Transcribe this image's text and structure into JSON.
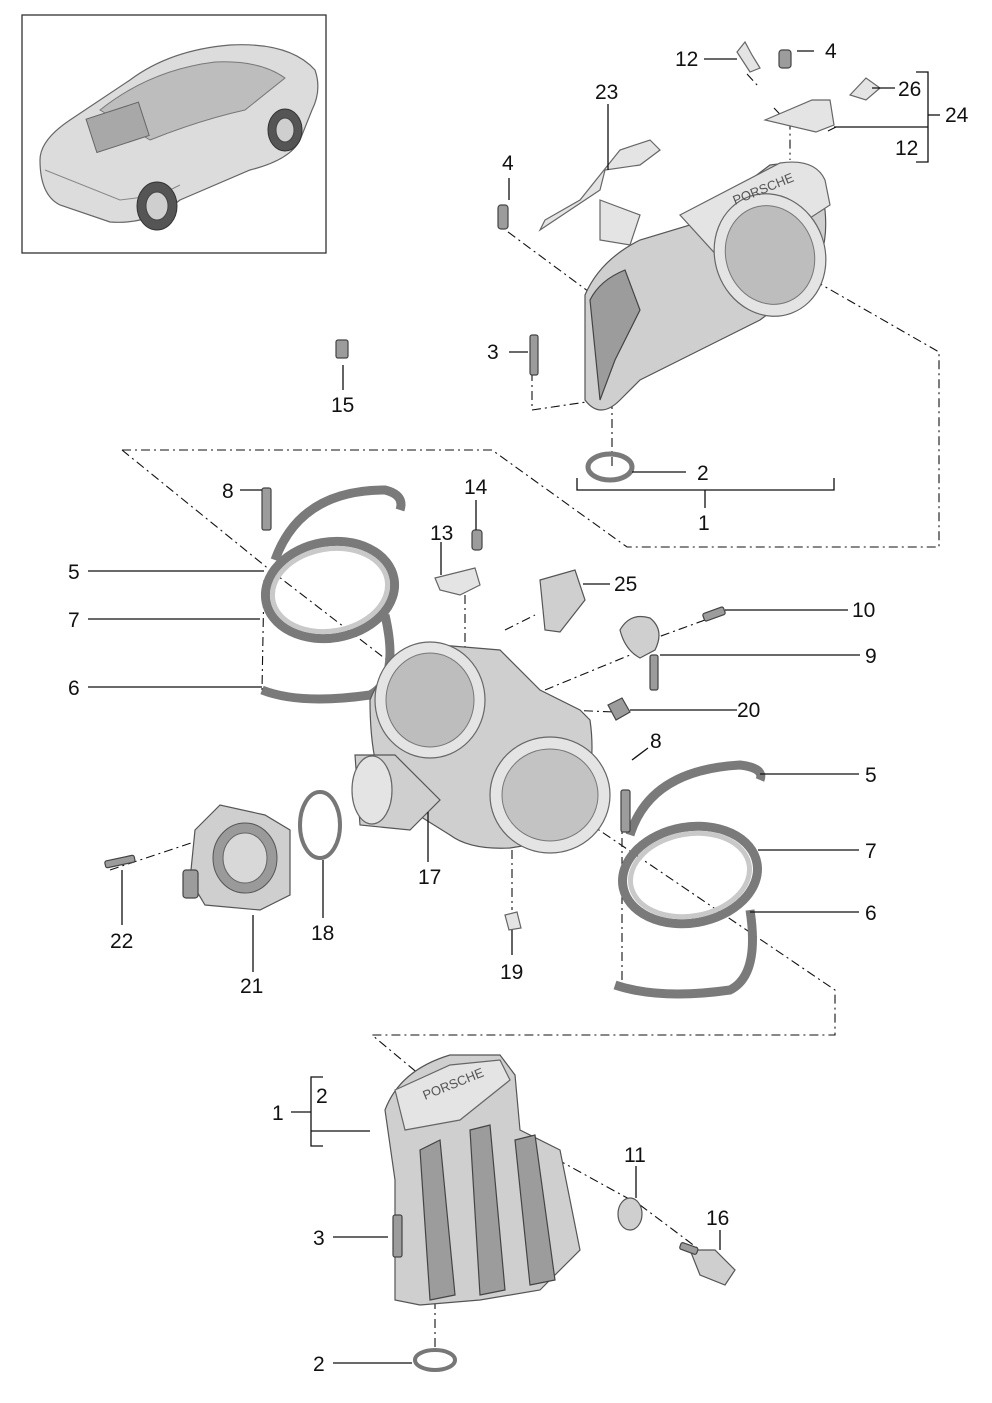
{
  "callouts": [
    {
      "id": "c12a",
      "text": "12"
    },
    {
      "id": "c4a",
      "text": "4"
    },
    {
      "id": "c26",
      "text": "26"
    },
    {
      "id": "c24",
      "text": "24"
    },
    {
      "id": "c12b",
      "text": "12"
    },
    {
      "id": "c23",
      "text": "23"
    },
    {
      "id": "c4b",
      "text": "4"
    },
    {
      "id": "c3a",
      "text": "3"
    },
    {
      "id": "c15",
      "text": "15"
    },
    {
      "id": "c2a",
      "text": "2"
    },
    {
      "id": "c1a",
      "text": "1"
    },
    {
      "id": "c8a",
      "text": "8"
    },
    {
      "id": "c14",
      "text": "14"
    },
    {
      "id": "c13",
      "text": "13"
    },
    {
      "id": "c5a",
      "text": "5"
    },
    {
      "id": "c25",
      "text": "25"
    },
    {
      "id": "c7a",
      "text": "7"
    },
    {
      "id": "c10",
      "text": "10"
    },
    {
      "id": "c9",
      "text": "9"
    },
    {
      "id": "c6a",
      "text": "6"
    },
    {
      "id": "c20",
      "text": "20"
    },
    {
      "id": "c8b",
      "text": "8"
    },
    {
      "id": "c5b",
      "text": "5"
    },
    {
      "id": "c7b",
      "text": "7"
    },
    {
      "id": "c22",
      "text": "22"
    },
    {
      "id": "c17",
      "text": "17"
    },
    {
      "id": "c18",
      "text": "18"
    },
    {
      "id": "c6b",
      "text": "6"
    },
    {
      "id": "c21",
      "text": "21"
    },
    {
      "id": "c19",
      "text": "19"
    },
    {
      "id": "c1b",
      "text": "1"
    },
    {
      "id": "c2b",
      "text": "2"
    },
    {
      "id": "c11",
      "text": "11"
    },
    {
      "id": "c16",
      "text": "16"
    },
    {
      "id": "c3b",
      "text": "3"
    },
    {
      "id": "c2c",
      "text": "2"
    }
  ],
  "logo_text": "PORSCHE",
  "colors": {
    "part_fill": "#cfcfcf",
    "part_outline": "#555555",
    "line": "#111111",
    "background": "#ffffff"
  }
}
